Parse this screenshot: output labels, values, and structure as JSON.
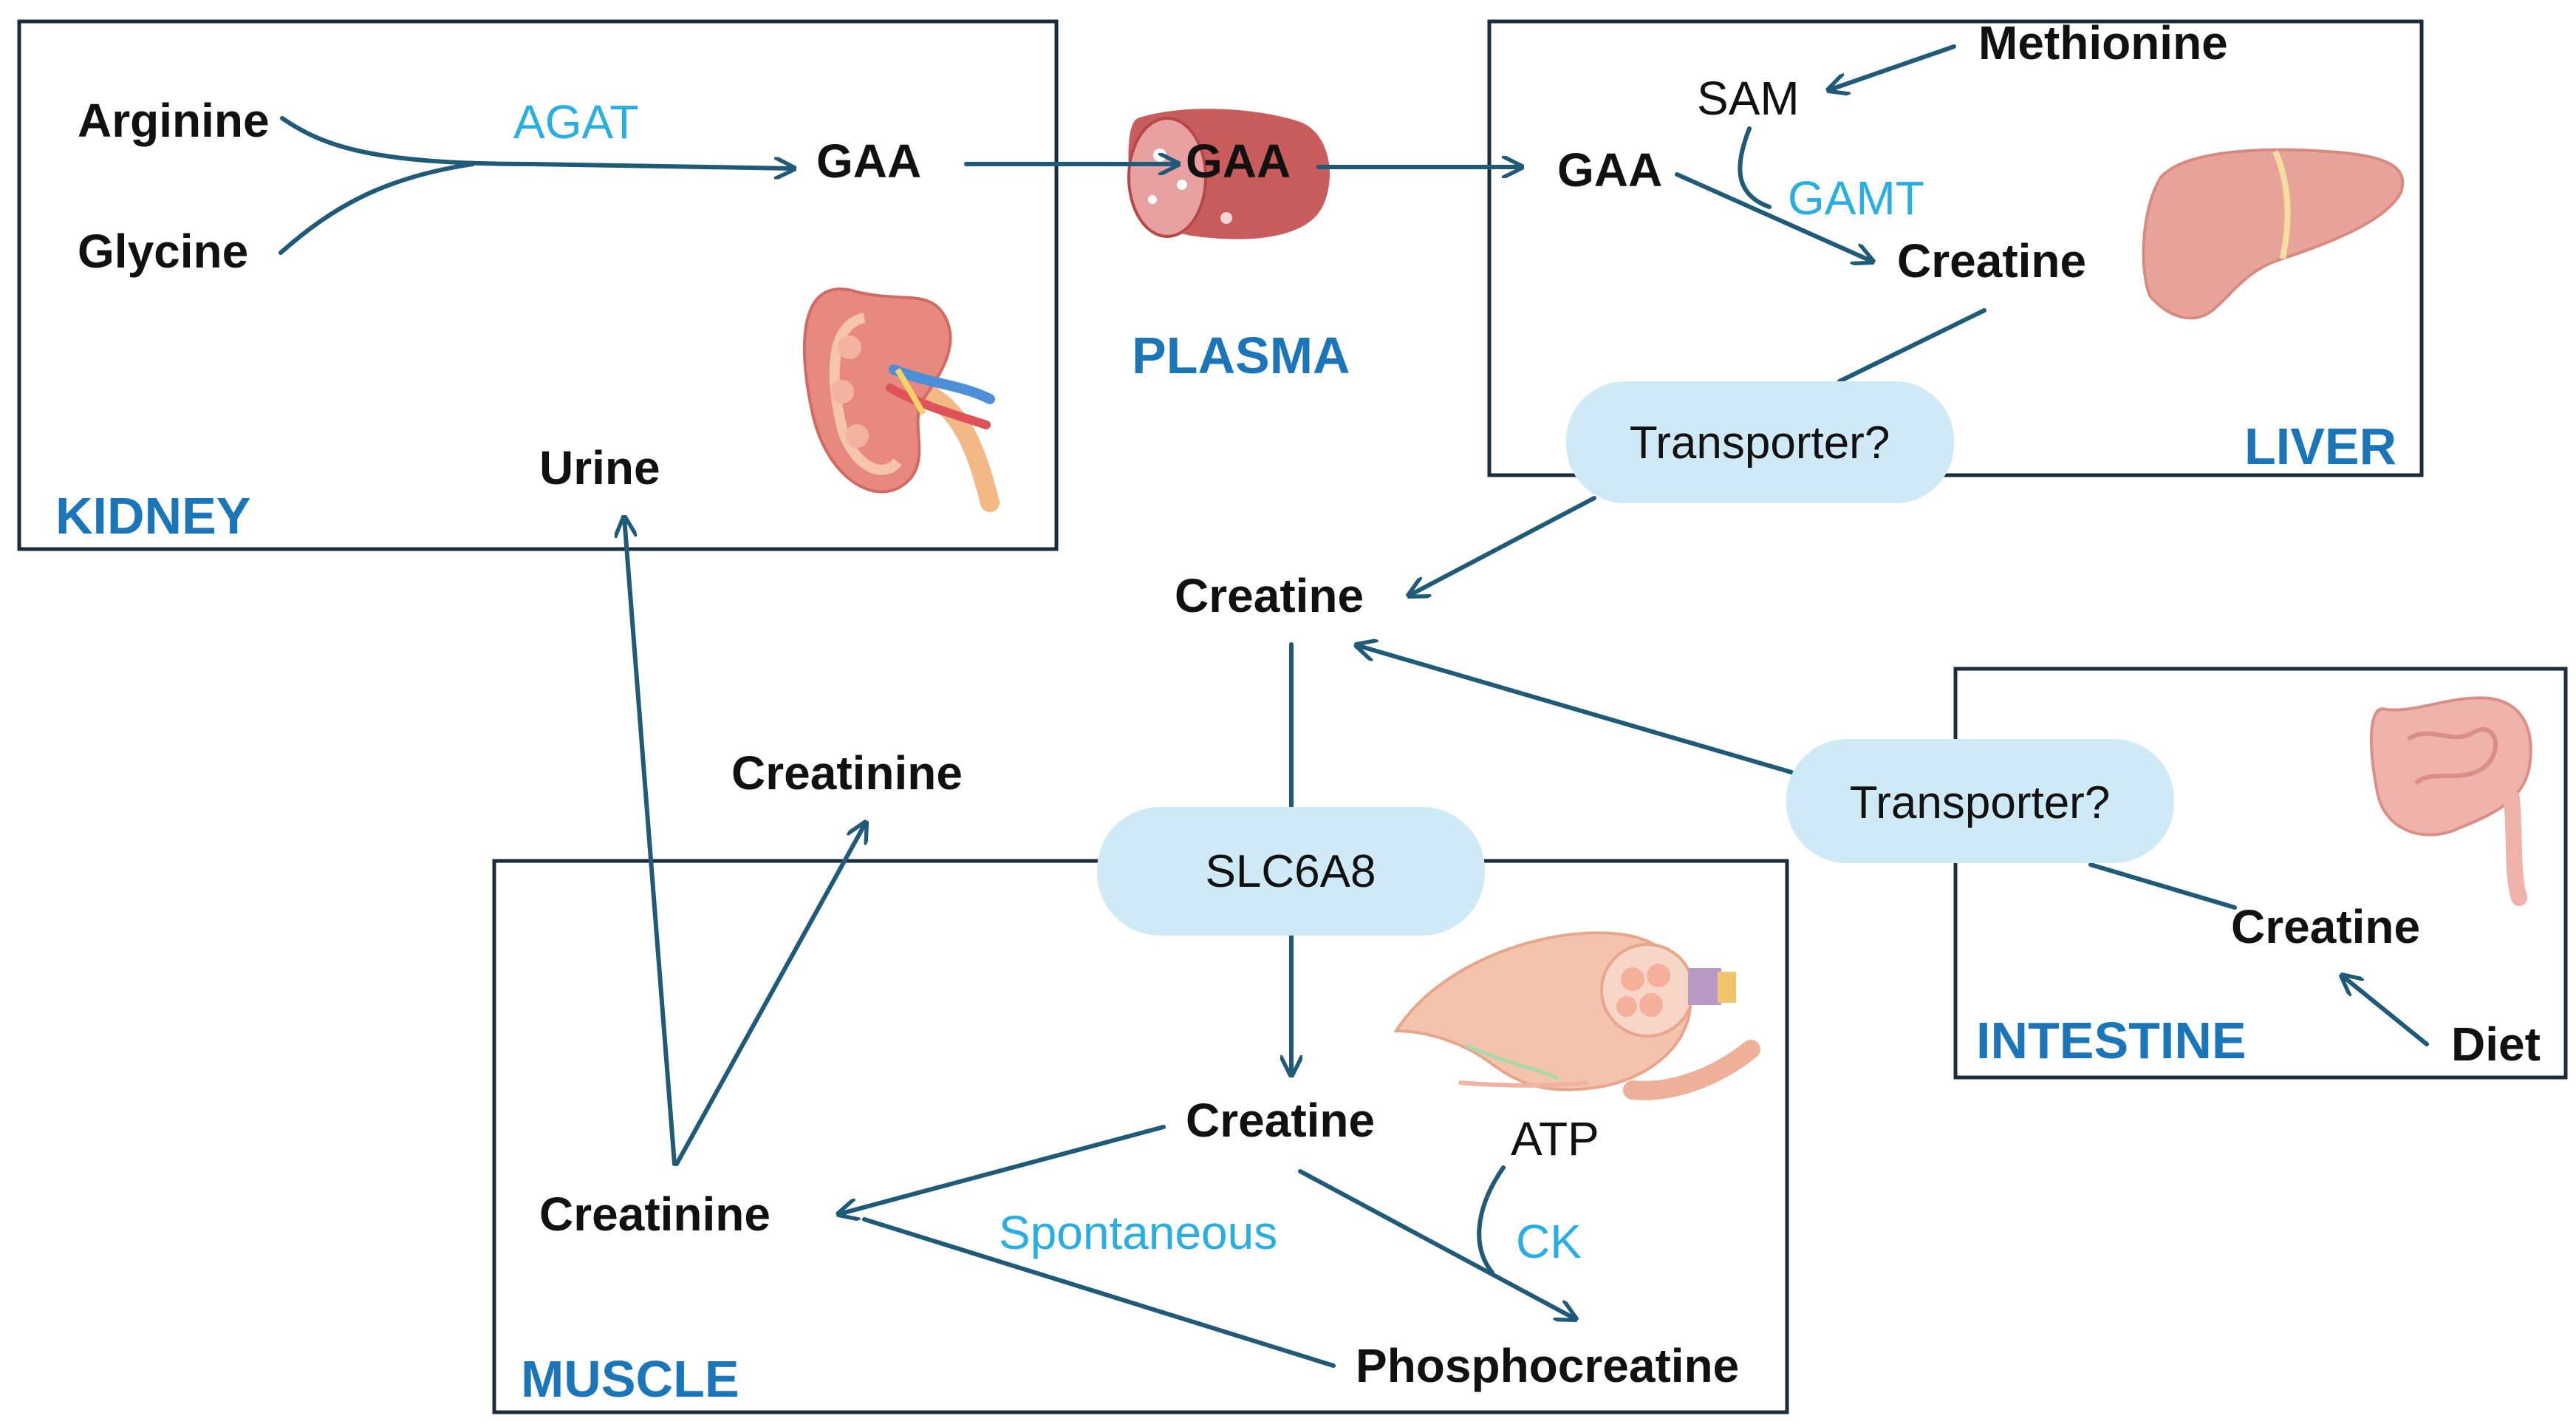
{
  "colors": {
    "arrow": "#1f5a78",
    "enzyme_text": "#29aee3",
    "organ_label": "#1a76b9",
    "transporter_fill": "#cfe9f6",
    "box_border": "#1b2d3d"
  },
  "organs": {
    "kidney": "KIDNEY",
    "plasma": "PLASMA",
    "liver": "LIVER",
    "intestine": "INTESTINE",
    "muscle": "MUSCLE"
  },
  "kidney": {
    "arginine": "Arginine",
    "glycine": "Glycine",
    "enzyme": "AGAT",
    "gaa": "GAA",
    "urine": "Urine",
    "icon": "kidney-illustration"
  },
  "plasma": {
    "gaa": "GAA",
    "creatine": "Creatine",
    "icon": "blood-vessel-illustration"
  },
  "liver": {
    "methionine": "Methionine",
    "sam": "SAM",
    "enzyme": "GAMT",
    "gaa": "GAA",
    "creatine": "Creatine",
    "transporter": "Transporter?",
    "icon": "liver-illustration"
  },
  "intestine": {
    "transporter": "Transporter?",
    "creatine": "Creatine",
    "diet": "Diet",
    "icon": "intestine-illustration"
  },
  "muscle": {
    "transporter": "SLC6A8",
    "creatine": "Creatine",
    "atp": "ATP",
    "enzyme": "CK",
    "spontaneous": "Spontaneous",
    "creatinine": "Creatinine",
    "phosphocreatine": "Phosphocreatine",
    "creatinine_out": "Creatinine",
    "icon": "muscle-illustration"
  }
}
